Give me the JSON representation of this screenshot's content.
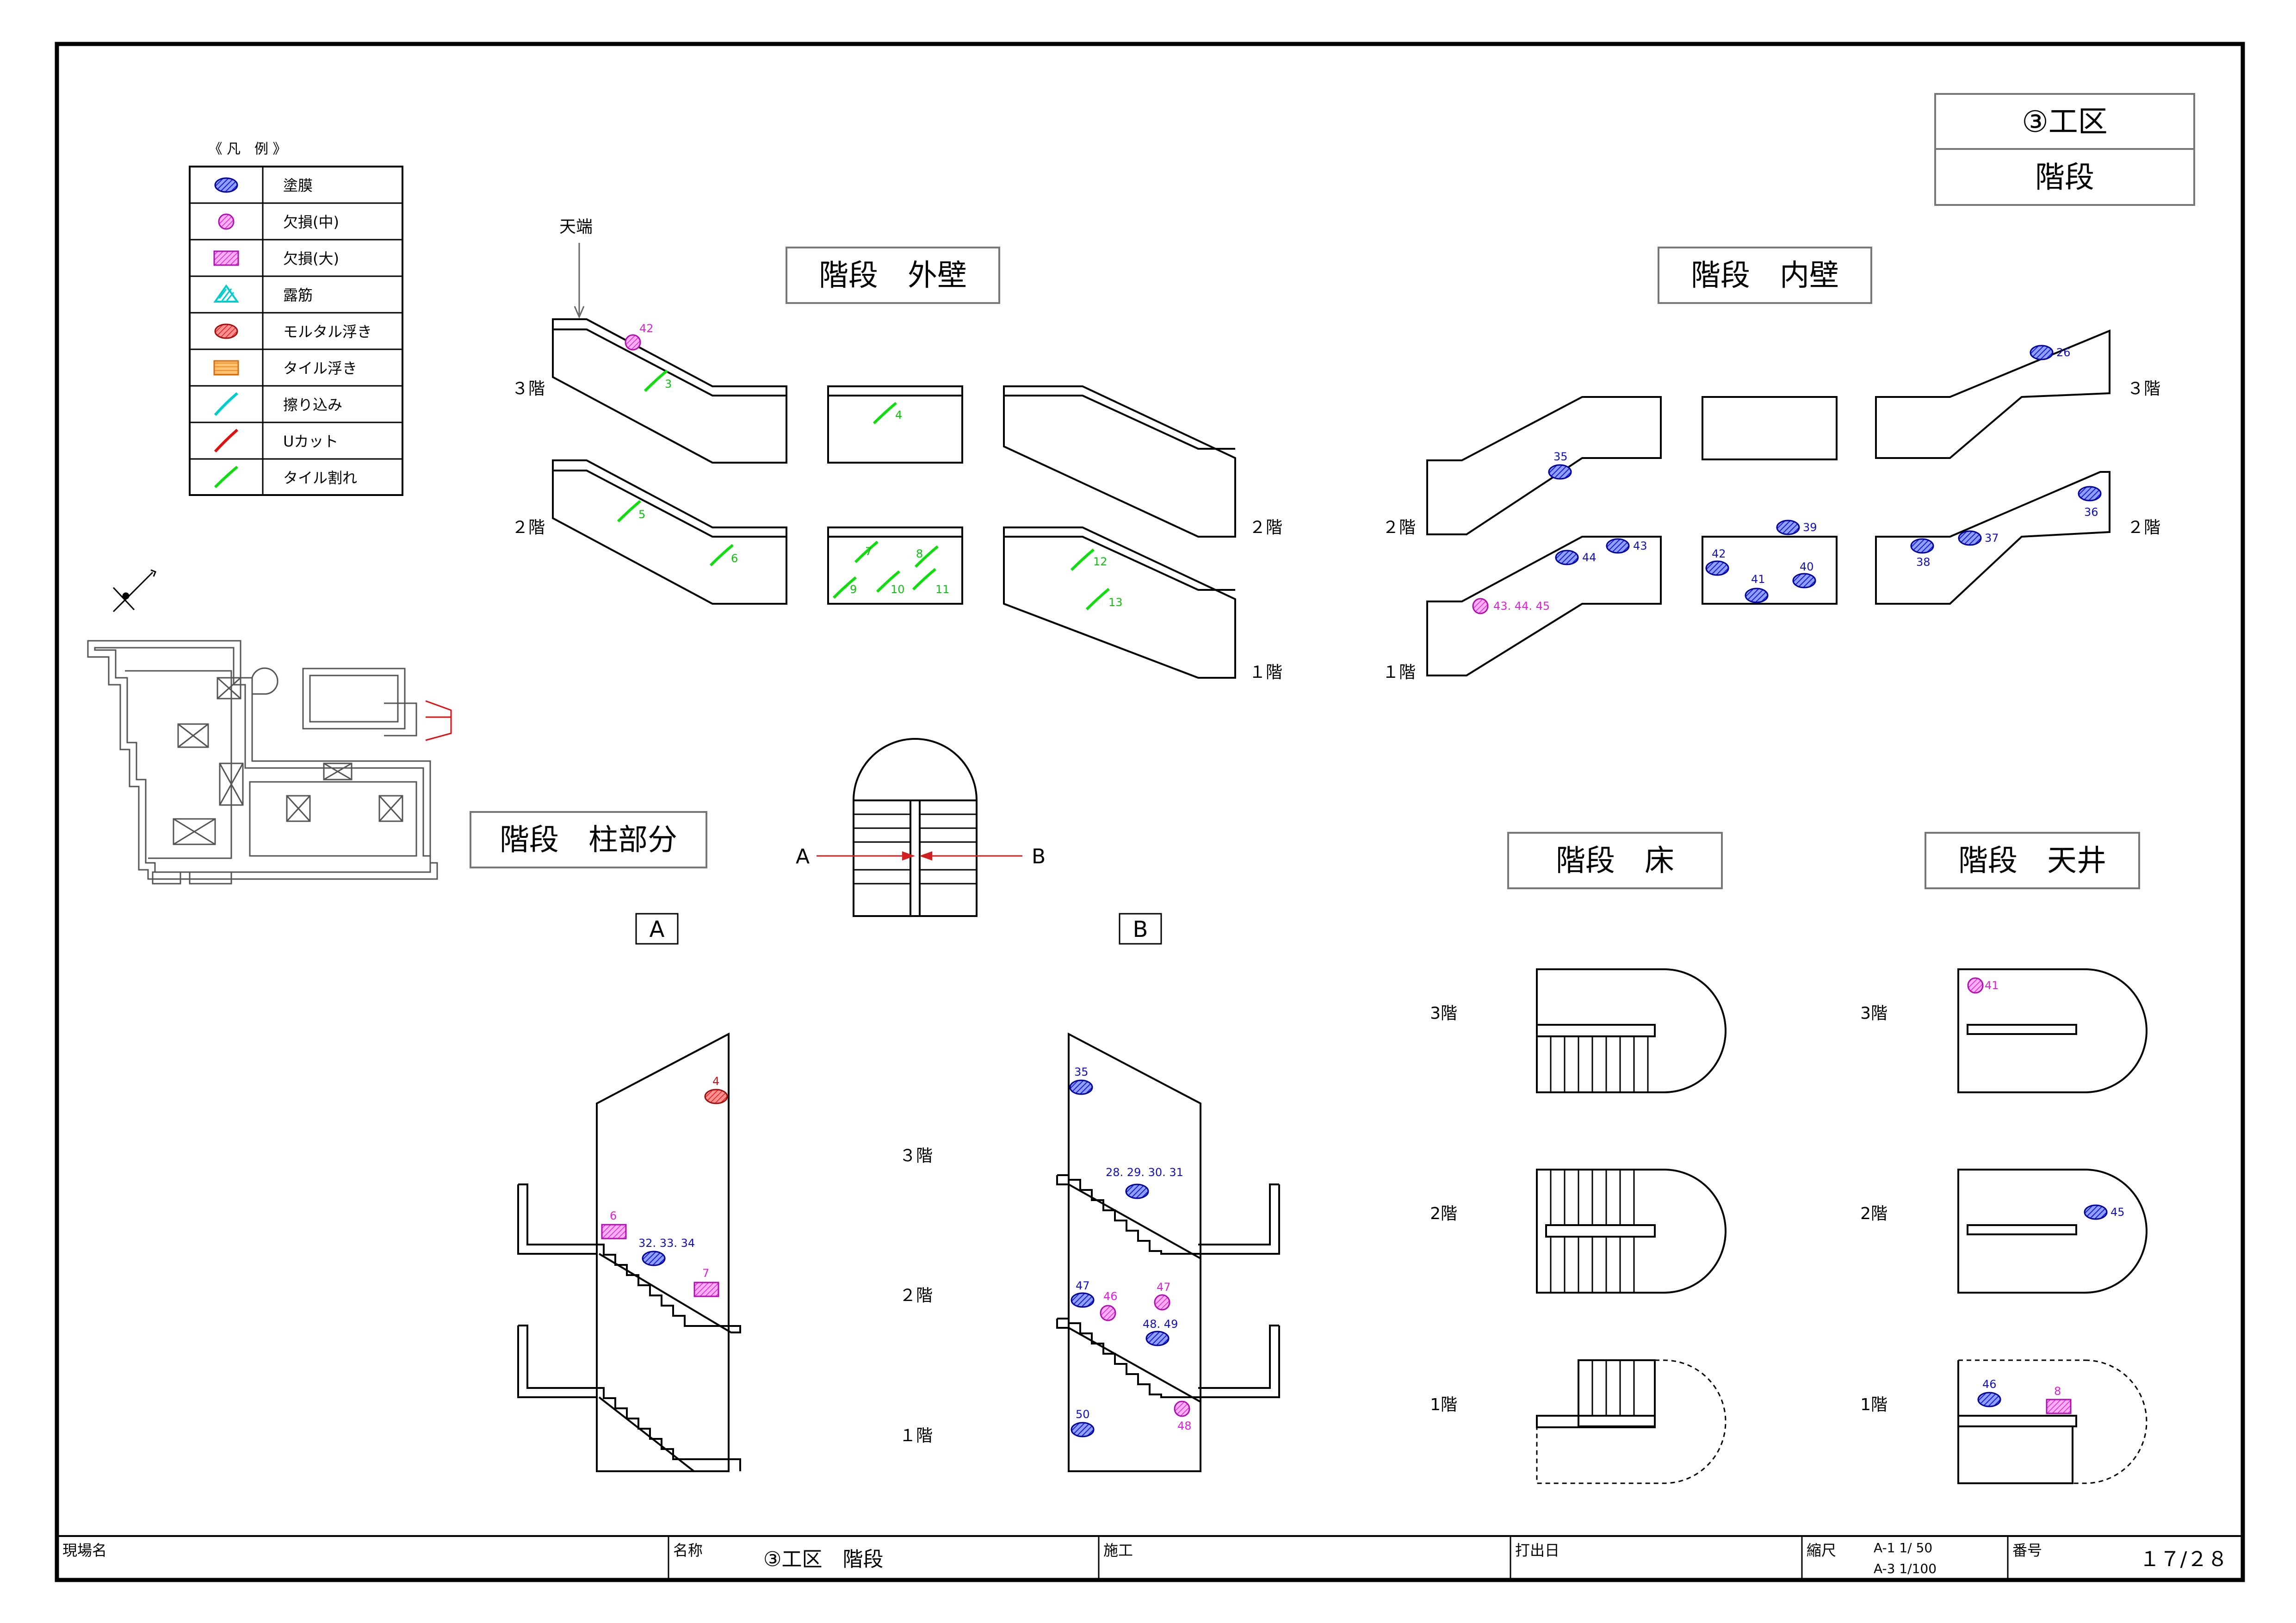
{
  "title_block": {
    "zone": "③工区",
    "subject": "階段"
  },
  "legend": {
    "title": "《 凡　例 》",
    "items": [
      {
        "symbol": "blue-ellipse-icon",
        "label": "塗膜"
      },
      {
        "symbol": "magenta-circle-icon",
        "label": "欠損(中)"
      },
      {
        "symbol": "magenta-rect-icon",
        "label": "欠損(大)"
      },
      {
        "symbol": "cyan-triangle-icon",
        "label": "露筋"
      },
      {
        "symbol": "red-ellipse-icon",
        "label": "モルタル浮き"
      },
      {
        "symbol": "orange-rect-icon",
        "label": "タイル浮き"
      },
      {
        "symbol": "cyan-line-icon",
        "label": "擦り込み"
      },
      {
        "symbol": "red-curve-icon",
        "label": "Uカット"
      },
      {
        "symbol": "green-curve-icon",
        "label": "タイル割れ"
      }
    ]
  },
  "sections": {
    "outer_wall": "階段　外壁",
    "inner_wall": "階段　内壁",
    "column": "階段　柱部分",
    "floor": "階段　床",
    "ceiling": "階段　天井"
  },
  "labels": {
    "top_end": "天端",
    "f3": "３階",
    "f2": "２階",
    "f1": "１階",
    "f3b": "3階",
    "f2b": "2階",
    "f1b": "1階",
    "a_box": "A",
    "b_box": "B",
    "arrow_a": "A",
    "arrow_b": "B"
  },
  "markers": {
    "ow": {
      "m42": "42",
      "m3": "3",
      "m4": "4",
      "m5": "5",
      "m6": "6",
      "m7": "7",
      "m8": "8",
      "m9": "9",
      "m10": "10",
      "m11": "11",
      "m12": "12",
      "m13": "13"
    },
    "iw": {
      "m26": "26",
      "m35": "35",
      "m39": "39",
      "m36": "36",
      "m43": "43",
      "m44": "44",
      "m37": "37",
      "m38": "38",
      "m42": "42",
      "m41": "41",
      "m40": "40",
      "m434445": "43. 44. 45"
    },
    "ca": {
      "m4": "4",
      "m6": "6",
      "m323334": "32. 33. 34",
      "m7": "7"
    },
    "cb": {
      "m35": "35",
      "m28293031": "28. 29. 30. 31",
      "m47b": "47",
      "m46": "46",
      "m47m": "47",
      "m4849": "48. 49",
      "m50": "50",
      "m48": "48"
    },
    "ce": {
      "m41": "41",
      "m45": "45",
      "m46": "46",
      "m8": "8"
    }
  },
  "footer": {
    "site_label": "現場名",
    "name_label": "名称",
    "name_value": "③工区　階段",
    "builder_label": "施工",
    "print_label": "打出日",
    "scale_label": "縮尺",
    "scale_a1": "A-1 1/ 50",
    "scale_a3": "A-3 1/100",
    "number_label": "番号",
    "number_value": "１７/２８"
  }
}
